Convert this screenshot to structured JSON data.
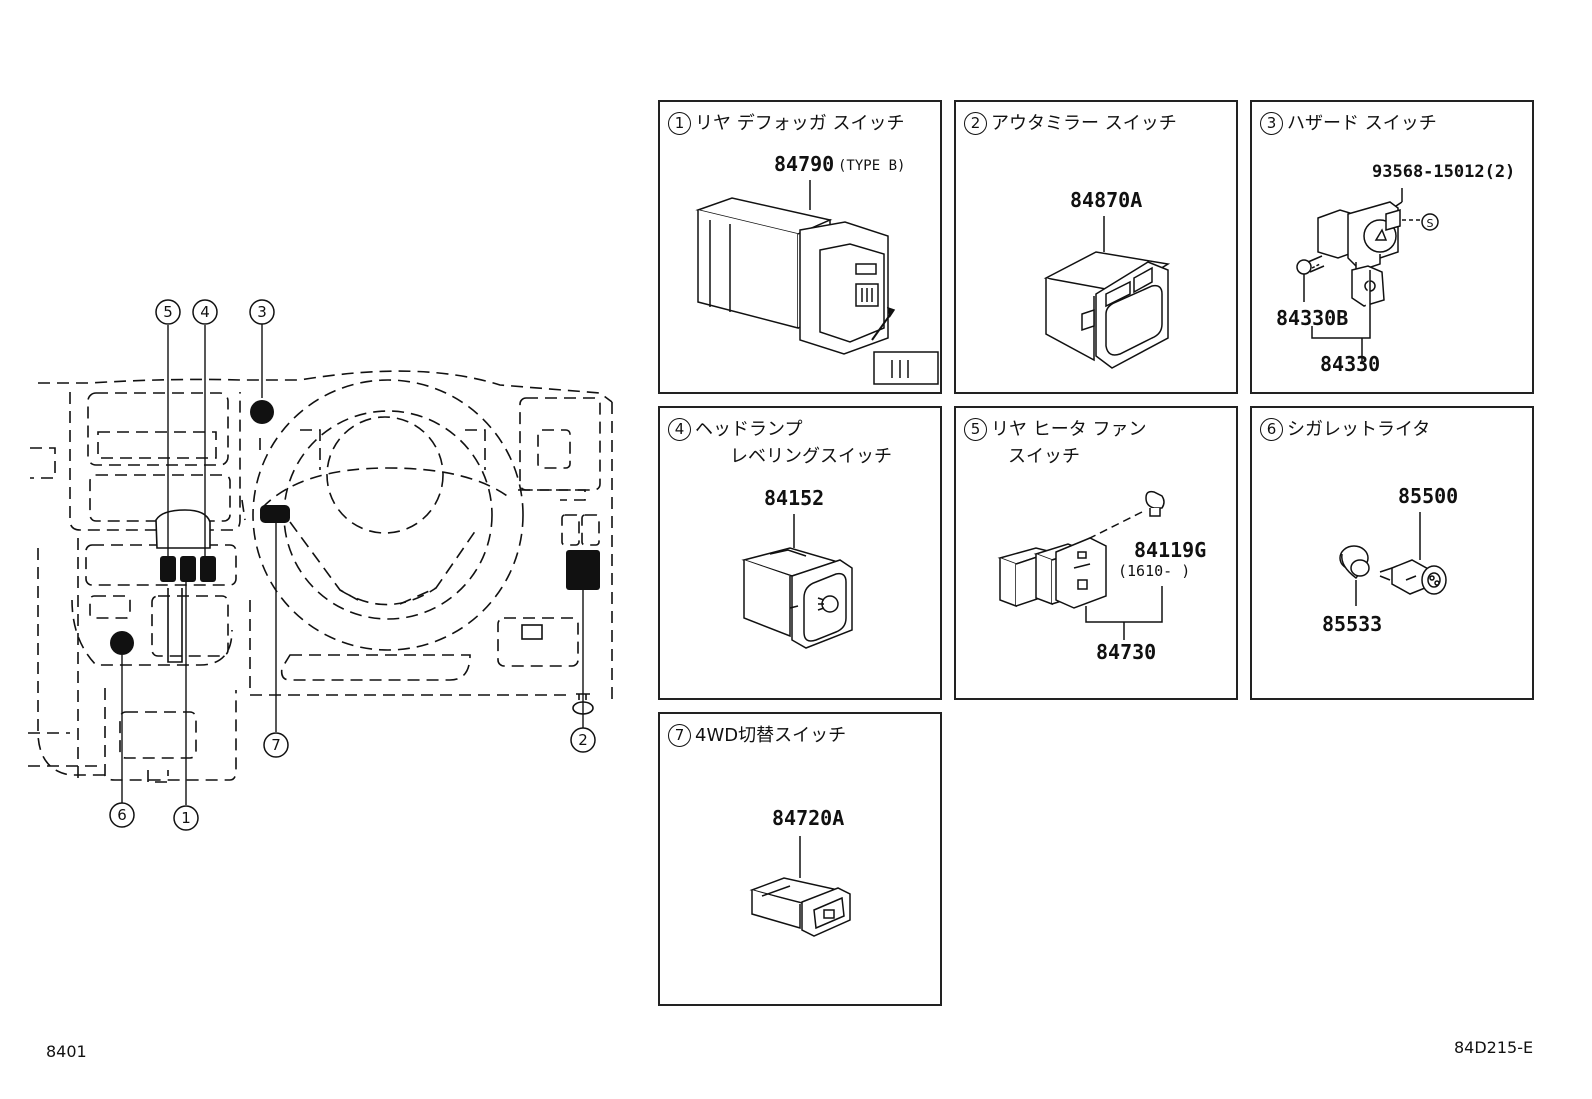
{
  "footer": {
    "left_code": "8401",
    "right_code": "84D215-E"
  },
  "callouts": [
    "①",
    "②",
    "③",
    "④",
    "⑤",
    "⑥",
    "⑦"
  ],
  "panels": {
    "p1": {
      "num": "1",
      "title": "リヤ デフォッガ スイッチ",
      "part": "84790",
      "note": "(TYPE B)"
    },
    "p2": {
      "num": "2",
      "title": "アウタミラー スイッチ",
      "part": "84870A"
    },
    "p3": {
      "num": "3",
      "title": "ハザード スイッチ",
      "screw": "93568-15012(2)",
      "part_b": "84330B",
      "part": "84330"
    },
    "p4": {
      "num": "4",
      "title": "ヘッドランプ",
      "subtitle": "レベリングスイッチ",
      "part": "84152"
    },
    "p5": {
      "num": "5",
      "title": "リヤ ヒータ ファン",
      "subtitle": "スイッチ",
      "bulb": "84119G",
      "range": "(1610-    )",
      "part": "84730"
    },
    "p6": {
      "num": "6",
      "title": "シガレットライタ",
      "part": "85500",
      "part_b": "85533"
    },
    "p7": {
      "num": "7",
      "title": "4WD切替スイッチ",
      "part": "84720A"
    }
  }
}
